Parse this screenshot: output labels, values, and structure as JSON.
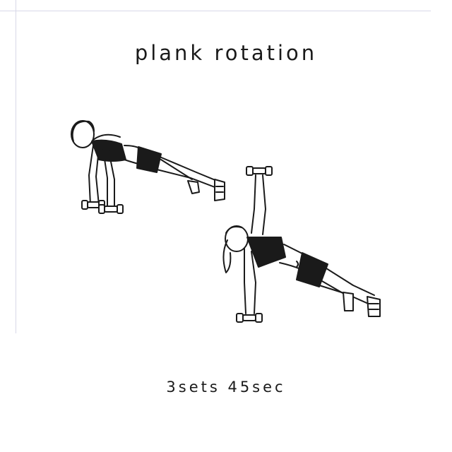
{
  "exercise": {
    "title": "plank rotation",
    "details": "3sets 45sec"
  },
  "illustration": {
    "figures": [
      "plank-figure",
      "side-plank-rotation-figure"
    ],
    "line_color": "#1a1a1a",
    "fill_color": "#1a1a1a"
  }
}
